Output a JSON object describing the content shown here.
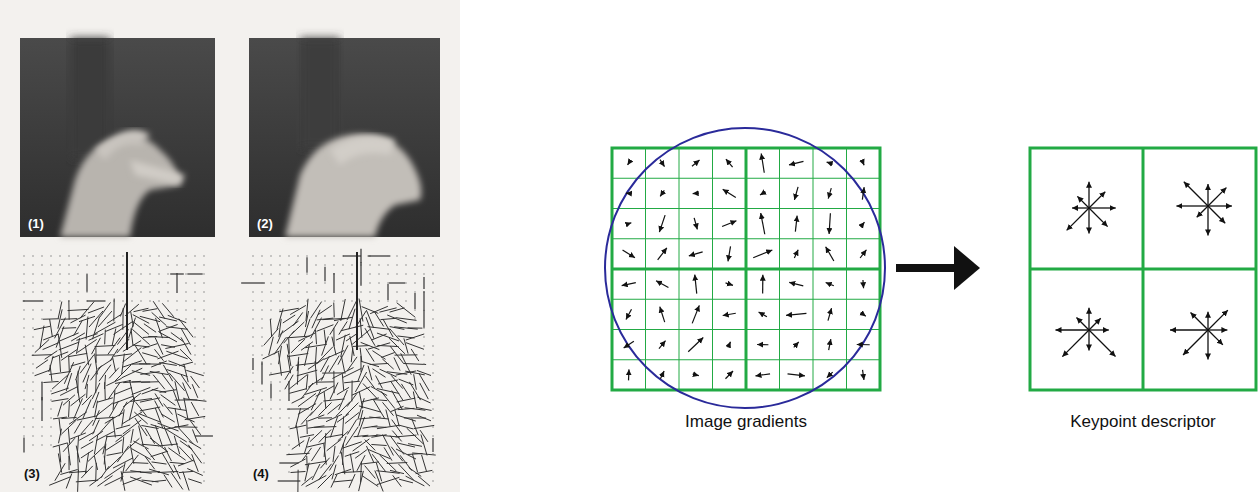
{
  "diagram": {
    "nodes": [
      {
        "text": [
          "Image gradients"
        ]
      },
      {
        "text": [
          "Keypoint descriptor"
        ]
      }
    ],
    "edges": [
      {
        "from": 0,
        "to": 1,
        "arrow": "to"
      }
    ],
    "labels": [
      "(1)",
      "(2)",
      "(3)",
      "(4)"
    ]
  }
}
